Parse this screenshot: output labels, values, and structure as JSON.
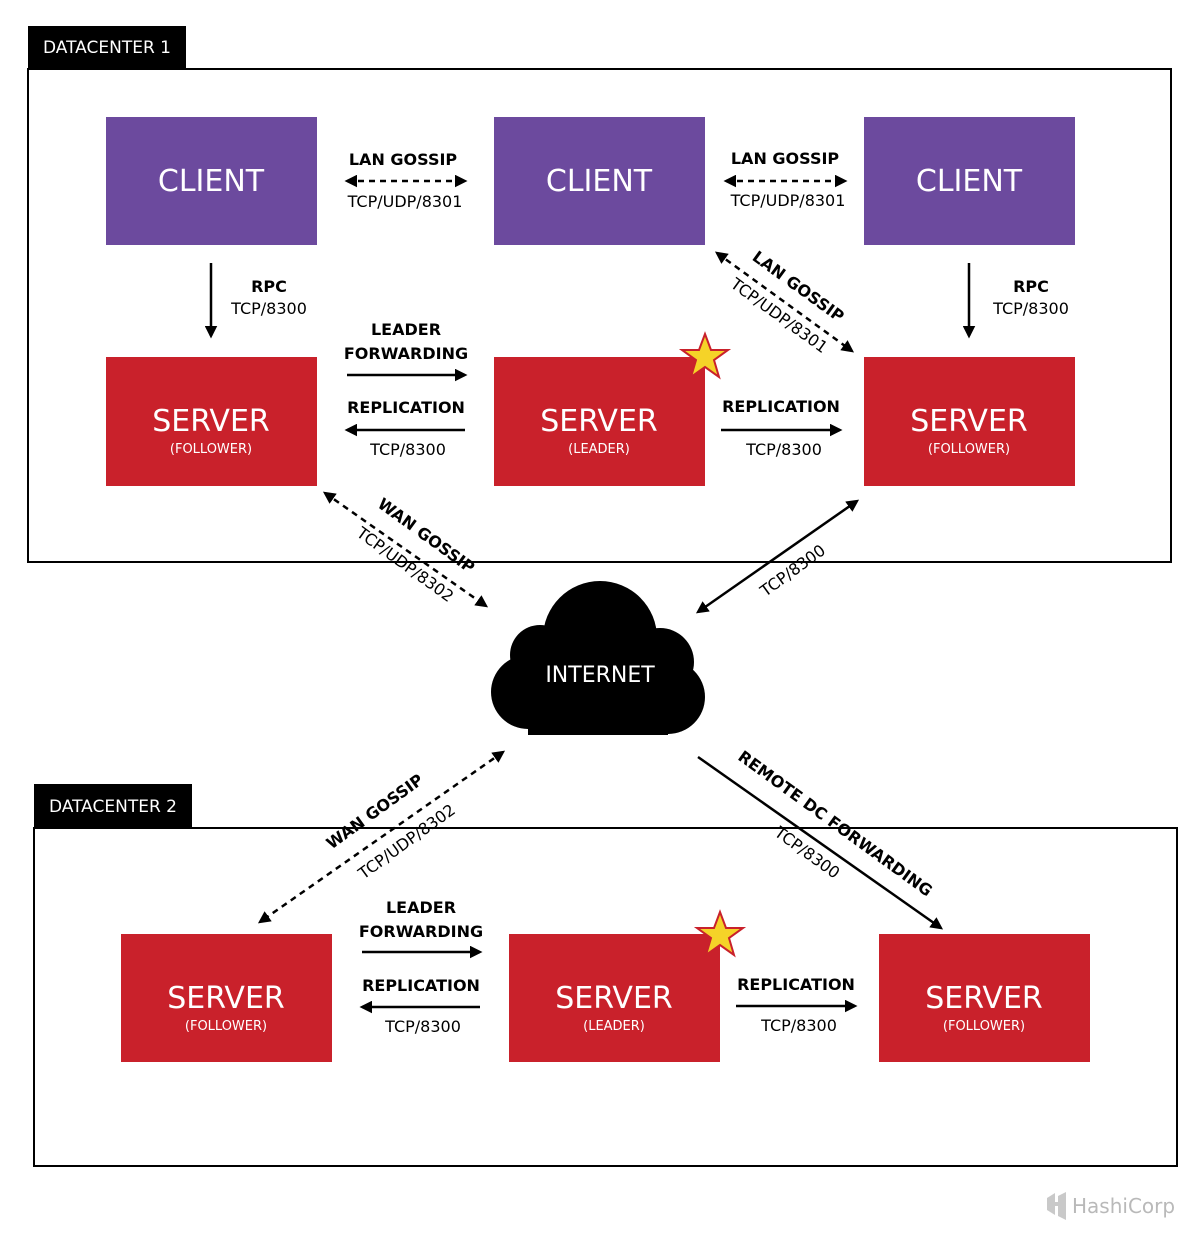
{
  "datacenters": [
    {
      "label": "DATACENTER 1",
      "clients": [
        {
          "title": "CLIENT"
        },
        {
          "title": "CLIENT"
        },
        {
          "title": "CLIENT"
        }
      ],
      "servers": [
        {
          "title": "SERVER",
          "role": "(FOLLOWER)"
        },
        {
          "title": "SERVER",
          "role": "(LEADER)"
        },
        {
          "title": "SERVER",
          "role": "(FOLLOWER)"
        }
      ],
      "links": {
        "lan_gossip_left": {
          "name": "LAN GOSSIP",
          "port": "TCP/UDP/8301"
        },
        "lan_gossip_right": {
          "name": "LAN GOSSIP",
          "port": "TCP/UDP/8301"
        },
        "lan_gossip_diag": {
          "name": "LAN GOSSIP",
          "port": "TCP/UDP/8301"
        },
        "rpc_left": {
          "name": "RPC",
          "port": "TCP/8300"
        },
        "rpc_right": {
          "name": "RPC",
          "port": "TCP/8300"
        },
        "leader_forwarding": {
          "line1": "LEADER",
          "line2": "FORWARDING"
        },
        "replication_left": {
          "name": "REPLICATION",
          "port": "TCP/8300"
        },
        "replication_right": {
          "name": "REPLICATION",
          "port": "TCP/8300"
        },
        "wan_gossip": {
          "name": "WAN GOSSIP",
          "port": "TCP/UDP/8302"
        },
        "internet_link": {
          "port": "TCP/8300"
        }
      }
    },
    {
      "label": "DATACENTER 2",
      "servers": [
        {
          "title": "SERVER",
          "role": "(FOLLOWER)"
        },
        {
          "title": "SERVER",
          "role": "(LEADER)"
        },
        {
          "title": "SERVER",
          "role": "(FOLLOWER)"
        }
      ],
      "links": {
        "leader_forwarding": {
          "line1": "LEADER",
          "line2": "FORWARDING"
        },
        "replication_left": {
          "name": "REPLICATION",
          "port": "TCP/8300"
        },
        "replication_right": {
          "name": "REPLICATION",
          "port": "TCP/8300"
        },
        "wan_gossip": {
          "name": "WAN GOSSIP",
          "port": "TCP/UDP/8302"
        },
        "remote_dc_forwarding": {
          "name": "REMOTE DC FORWARDING",
          "port": "TCP/8300"
        }
      }
    }
  ],
  "internet": {
    "label": "INTERNET"
  },
  "brand": {
    "name": "HashiCorp"
  },
  "colors": {
    "client": "#6c4a9e",
    "server": "#c9212b",
    "leader_star": "#f5d328"
  }
}
